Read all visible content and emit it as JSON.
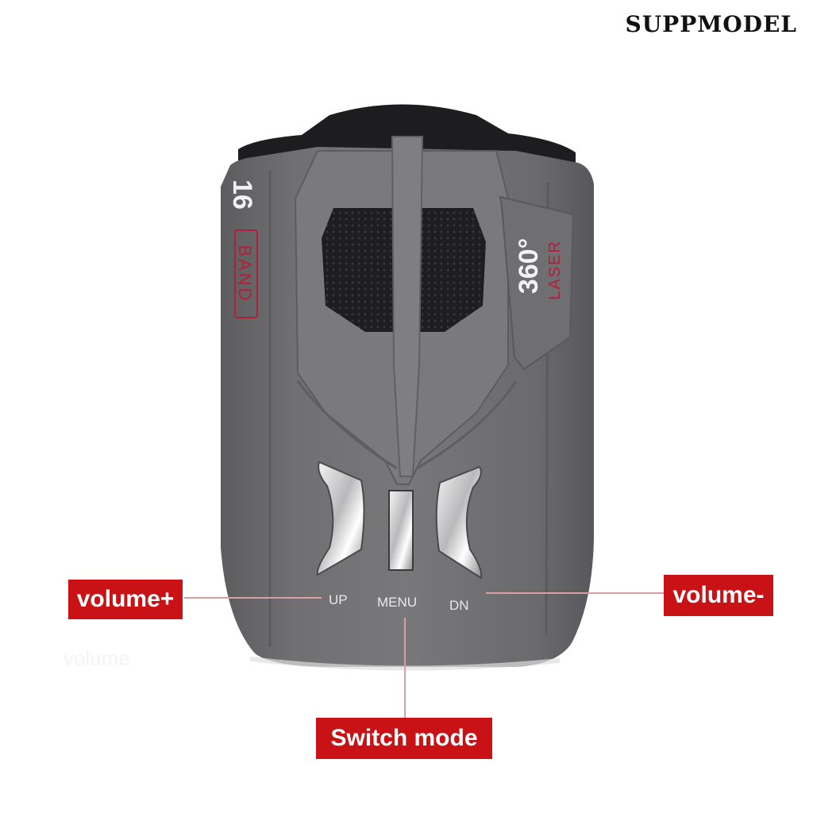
{
  "watermark": "SUPPMODEL",
  "device": {
    "left_badge_number": "16",
    "left_badge_text": "BAND",
    "right_badge_number": "360°",
    "right_badge_text": "LASER",
    "buttons": {
      "up_label": "UP",
      "menu_label": "MENU",
      "dn_label": "DN"
    }
  },
  "callouts": {
    "volume_plus": "volume+",
    "volume_minus": "volume-",
    "switch_mode": "Switch mode",
    "faded_text": "volume"
  },
  "colors": {
    "callout_red": "#c81216",
    "body_gray": "#6f6f71",
    "badge_red": "#b0203a"
  }
}
